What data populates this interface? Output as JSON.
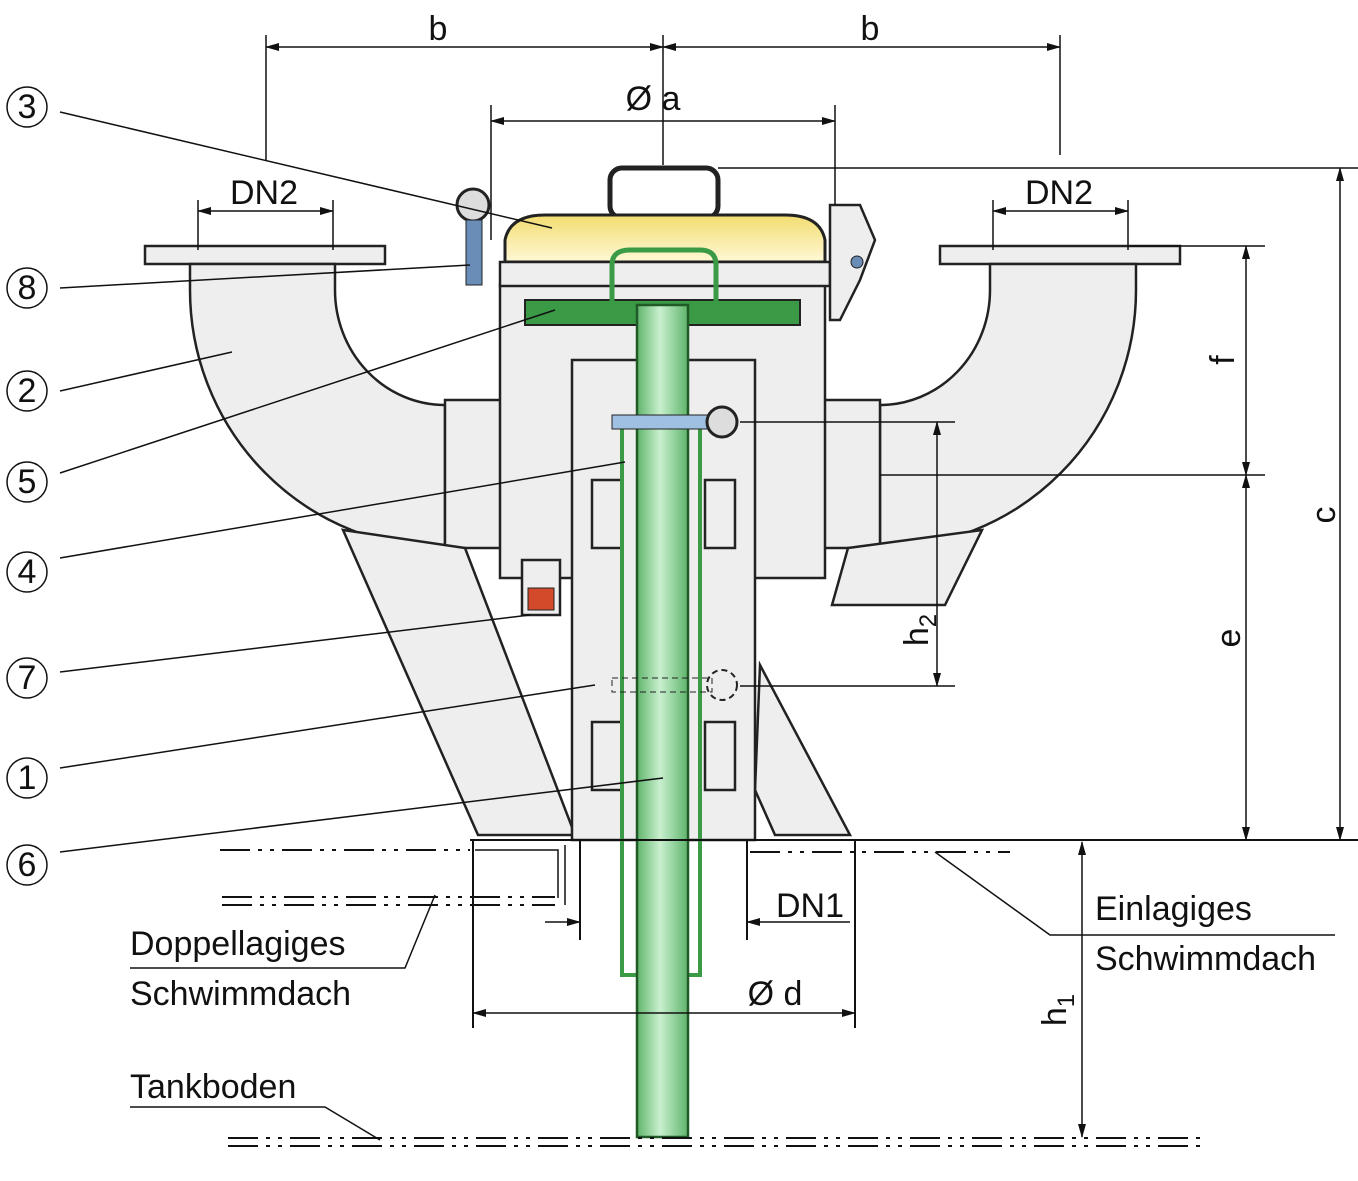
{
  "dimensions": {
    "b_left": "b",
    "b_right": "b",
    "a": "Ø a",
    "dn2_left": "DN2",
    "dn2_right": "DN2",
    "f": "f",
    "c": "c",
    "e": "e",
    "h2": {
      "base": "h",
      "sub": "2"
    },
    "dn1": "DN1",
    "d": "Ø d",
    "h1": {
      "base": "h",
      "sub": "1"
    }
  },
  "callouts": [
    "3",
    "8",
    "2",
    "5",
    "4",
    "7",
    "1",
    "6"
  ],
  "labels": {
    "double_roof_1": "Doppellagiges",
    "double_roof_2": "Schwimmdach",
    "single_roof_1": "Einlagiges",
    "single_roof_2": "Schwimmdach",
    "tank_bottom": "Tankboden"
  },
  "colors": {
    "pipe": "#8fd69b",
    "cover": "#f4e79a",
    "seal": "#3a9a45",
    "body": "#eeeeee"
  }
}
